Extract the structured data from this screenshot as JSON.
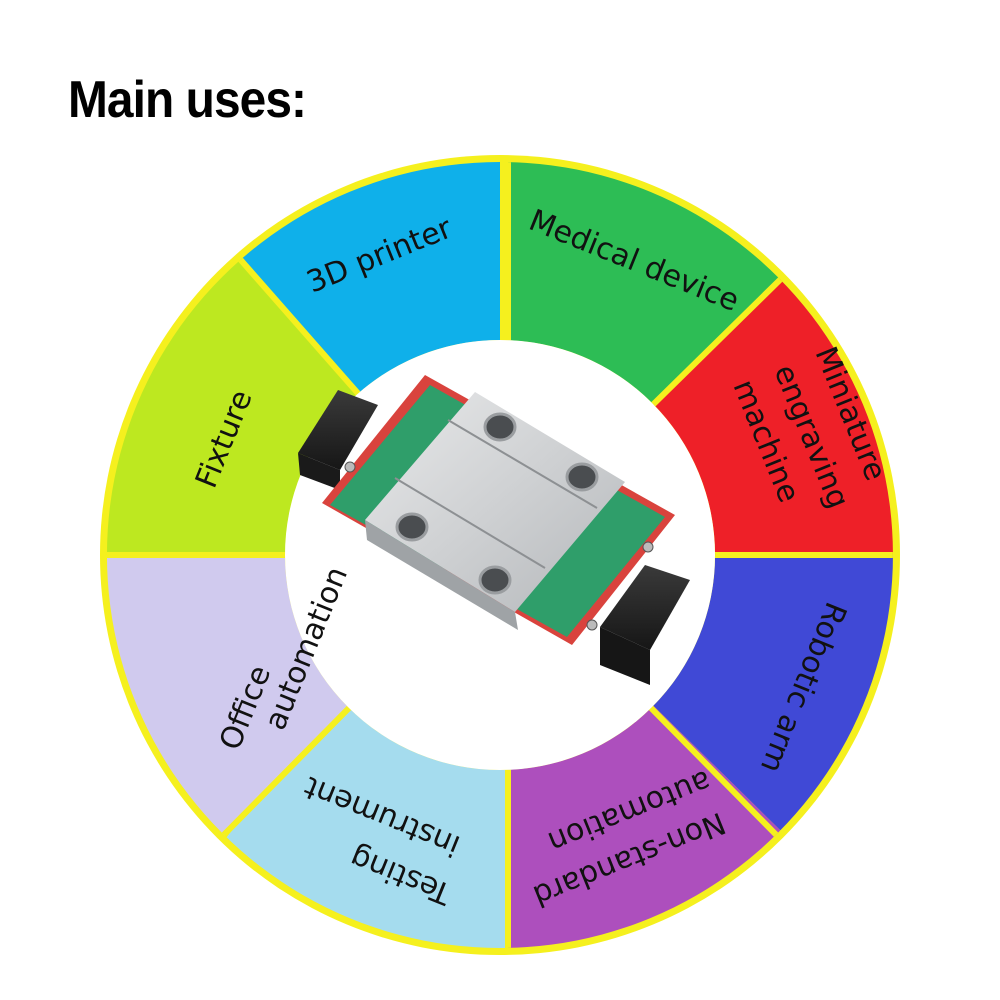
{
  "title": "Main uses:",
  "ring": {
    "border_color": "#f5f01e",
    "segments": [
      {
        "id": "3d-printer",
        "lines": [
          "3D printer"
        ],
        "color": "#0fb0ea"
      },
      {
        "id": "medical-device",
        "lines": [
          "Medical device"
        ],
        "color": "#2dbd55"
      },
      {
        "id": "miniature-engraving-machine",
        "lines": [
          "Miniature",
          "engraving",
          "machine"
        ],
        "color": "#ee2028"
      },
      {
        "id": "robotic-arm",
        "lines": [
          "Robotic arm"
        ],
        "color": "#4049d6"
      },
      {
        "id": "non-standard-automation",
        "lines": [
          "Non-standard",
          "automation"
        ],
        "color": "#ad4fbd"
      },
      {
        "id": "testing-instrument",
        "lines": [
          "Testing",
          "instrument"
        ],
        "color": "#a5dcee"
      },
      {
        "id": "office-automation",
        "lines": [
          "Office",
          "automation"
        ],
        "color": "#d0caee"
      },
      {
        "id": "fixture",
        "lines": [
          "Fixture"
        ],
        "color": "#bde820"
      }
    ]
  },
  "center_image": {
    "subject": "miniature linear guide carriage block",
    "colors": {
      "body": "#c9cbcd",
      "seal_green": "#2f9e6a",
      "end_red": "#e0443e",
      "rail_black": "#2b2b2b"
    }
  }
}
